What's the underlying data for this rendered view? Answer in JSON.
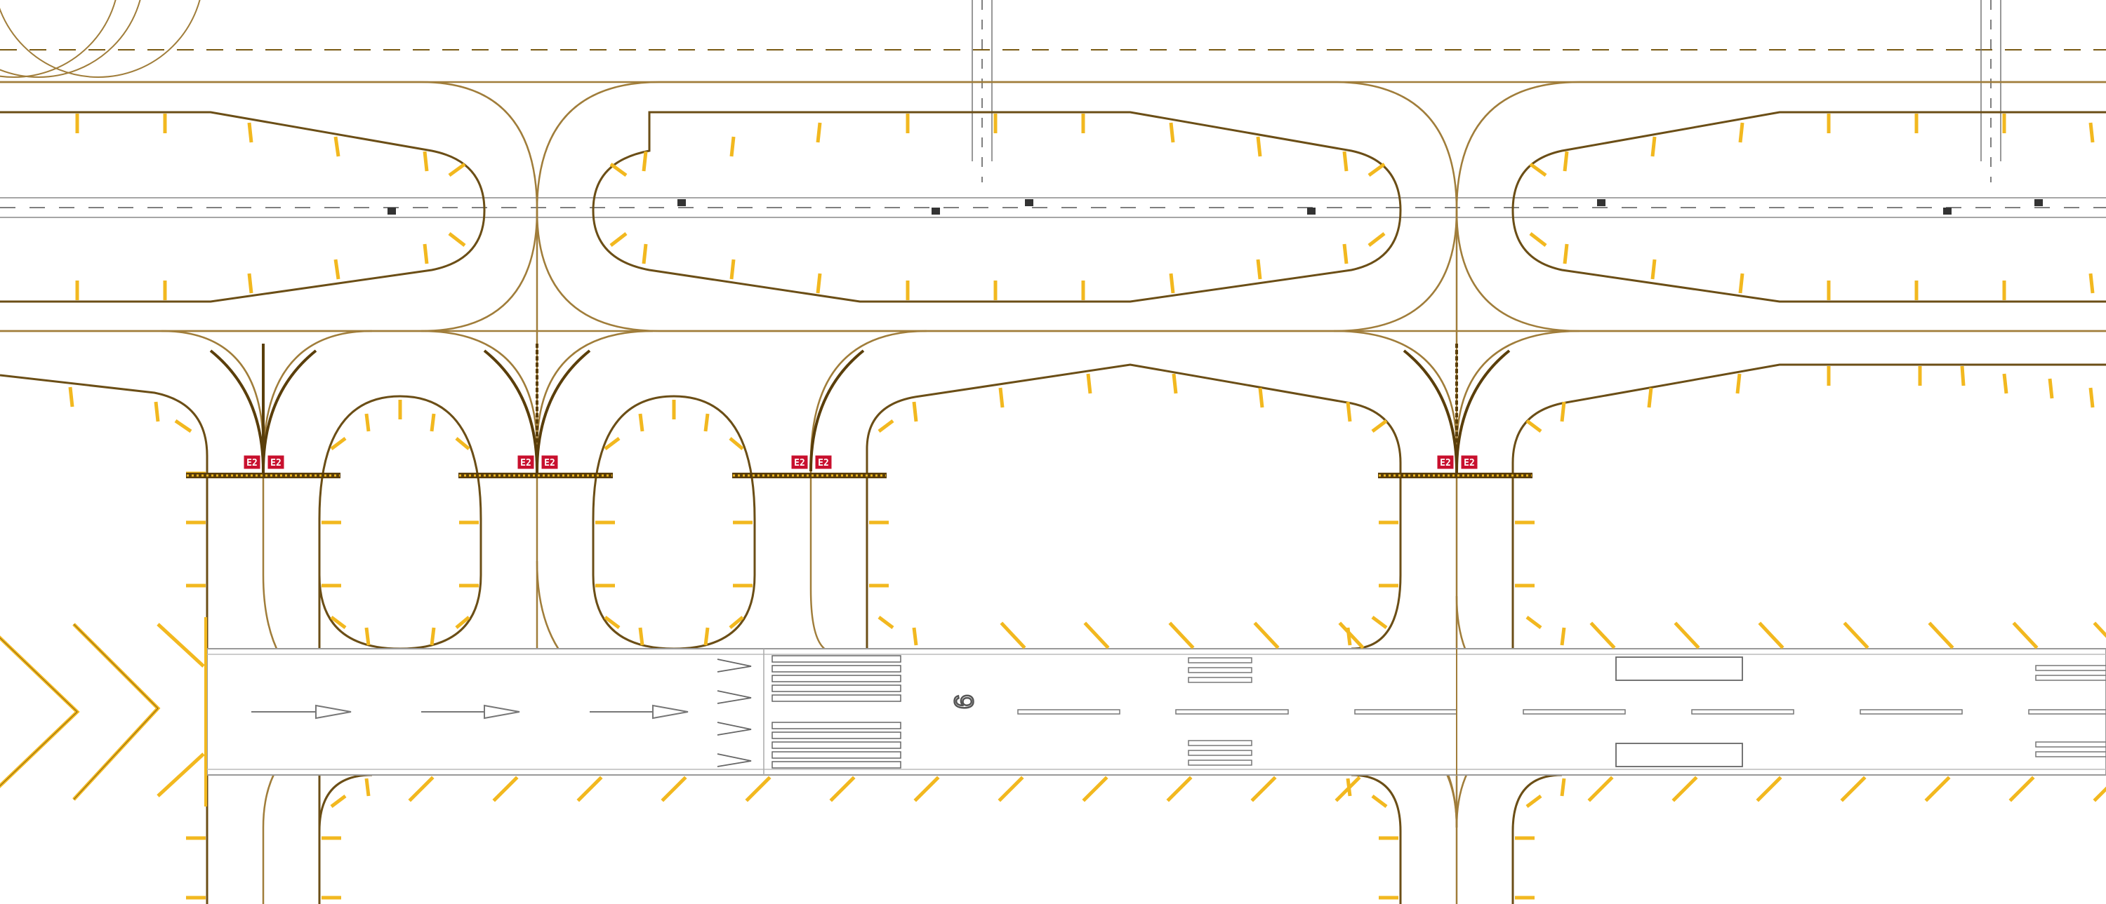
{
  "diagram": {
    "kind": "airport-surface-chart",
    "colors": {
      "background": "#ffffff",
      "taxiway_centerline": "#a07d3a",
      "taxiway_edge": "#6b4e16",
      "edge_marker": "#f2b81f",
      "edge_marker_outline": "#8a6410",
      "holding_bar": "#5a3e0a",
      "holding_dots": "#f2b81f",
      "sign_red": "#c8102e",
      "runway_edge": "#999999",
      "runway_marking": "#777777",
      "service_road_dash": "#555555",
      "apron_dash": "#7a5a14",
      "chevron": "#f2b81f"
    },
    "runway": {
      "designator": "9",
      "threshold_markings": "piano-keys",
      "approach_arrows": 3,
      "touchdown_zone_bars": 4,
      "aiming_point_boxes": 2
    },
    "holding_positions": [
      {
        "sign_left": "E2",
        "sign_right": "E2"
      },
      {
        "sign_left": "E2",
        "sign_right": "E2"
      },
      {
        "sign_left": "E2",
        "sign_right": "E2"
      },
      {
        "sign_left": "E2",
        "sign_right": "E2"
      }
    ],
    "service_road_icons": 8,
    "blast_pad_chevrons": 3
  }
}
